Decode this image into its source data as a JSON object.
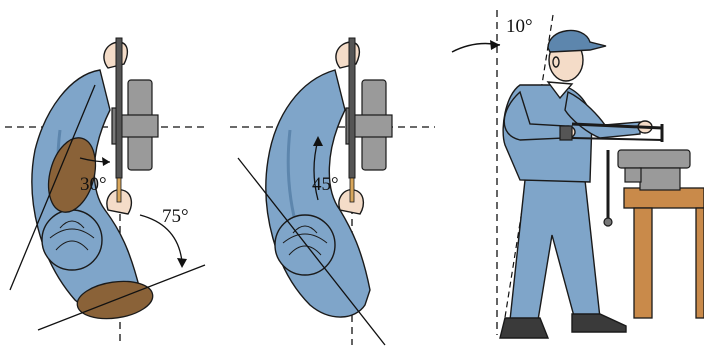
{
  "panels": [
    {
      "id": "top-view-feet",
      "angles": [
        "30°",
        "75°"
      ]
    },
    {
      "id": "top-view-body",
      "angles": [
        "45°"
      ]
    },
    {
      "id": "side-view",
      "angles": [
        "10°"
      ]
    }
  ],
  "colors": {
    "uniform": "#7fa5c9",
    "uniform_shade": "#5d86ad",
    "shoe": "#8a6238",
    "vise": "#9a9a9a",
    "bench": "#c98a4a",
    "skin": "#f4dcc8",
    "outline": "#1a1a1a"
  }
}
